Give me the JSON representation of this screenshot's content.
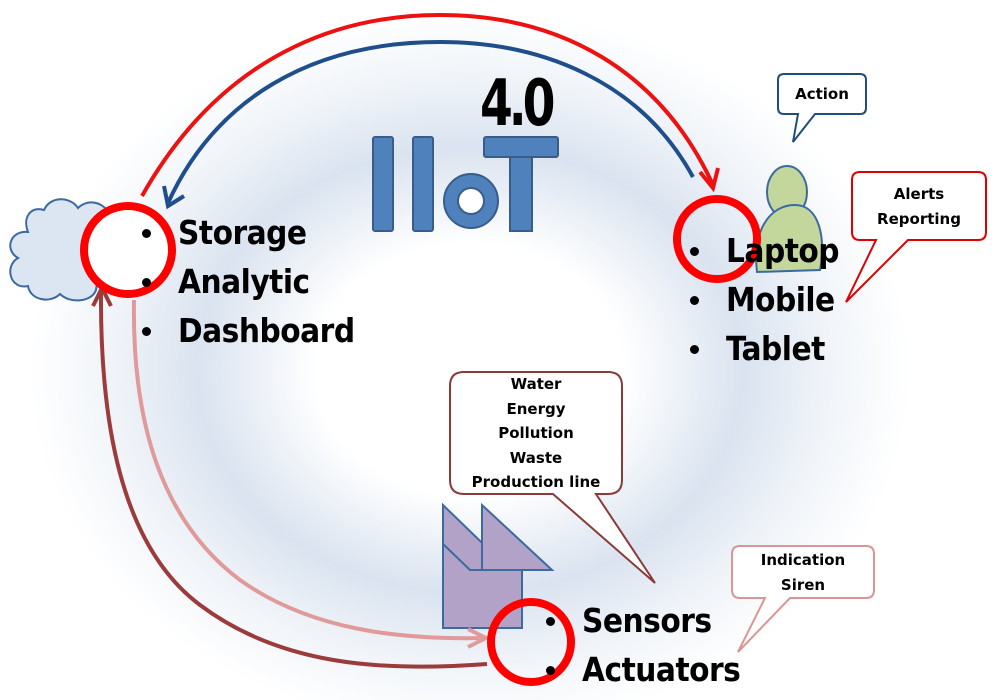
{
  "title": {
    "main": "IIoT",
    "version": "4.0"
  },
  "nodes": {
    "cloud": {
      "icon": "cloud-icon",
      "items": [
        "Storage",
        "Analytic",
        "Dashboard"
      ]
    },
    "devices": {
      "icon": "user-icon",
      "items": [
        "Laptop",
        "Mobile",
        "Tablet"
      ]
    },
    "field": {
      "icon": "factory-icon",
      "items": [
        "Sensors",
        "Actuators"
      ]
    }
  },
  "callouts": {
    "action": {
      "lines": [
        "Action"
      ]
    },
    "alerts": {
      "lines": [
        "Alerts",
        "Reporting"
      ]
    },
    "resources": {
      "lines": [
        "Water",
        "Energy",
        "Pollution",
        "Waste",
        "Production line"
      ]
    },
    "indication": {
      "lines": [
        "Indication",
        "Siren"
      ]
    }
  },
  "colors": {
    "ring": "#ff0000",
    "arrow_cloud_to_devices": "#ee1111",
    "arrow_devices_to_cloud": "#1f4e8c",
    "arrow_field_to_cloud": "#9b3b3b",
    "arrow_cloud_to_field": "#e09a9a",
    "iiot_fill": "#4f81bd",
    "iiot_stroke": "#385d8a",
    "cloud_fill": "#dce6f2",
    "cloud_stroke": "#3b6aa0",
    "person_fill": "#c3d69b",
    "factory_fill": "#b3a2c7",
    "callout_action_border": "#1f4e79",
    "callout_alerts_border": "#e00000",
    "callout_resources_border": "#8b3a3a",
    "callout_indication_border": "#d99694"
  }
}
